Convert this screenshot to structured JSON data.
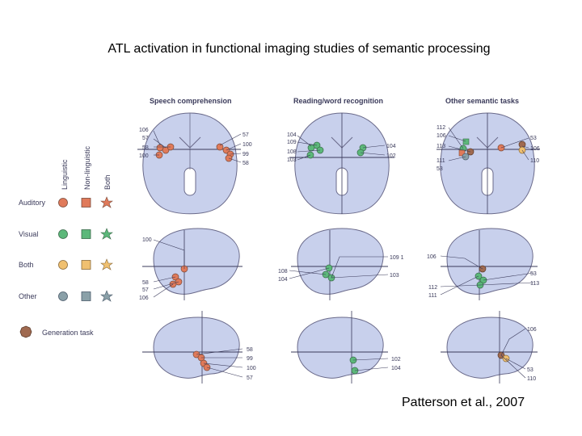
{
  "title": "ATL activation in functional imaging studies of semantic processing",
  "citation": "Patterson et al., 2007",
  "figure": {
    "column_headers": [
      "Speech comprehension",
      "Reading/word recognition",
      "Other semantic tasks"
    ],
    "legend": {
      "columns": [
        "Linguistic",
        "Non-linguistic",
        "Both"
      ],
      "rows": [
        "Auditory",
        "Visual",
        "Both",
        "Other"
      ],
      "generation_task": "Generation task",
      "colors": {
        "auditory": "#e07a5a",
        "visual": "#5cb87a",
        "both": "#f0c070",
        "other": "#8aa0a8",
        "generation": "#a06a50",
        "brain": "#c8d0ec",
        "outline": "#6a6a8a"
      }
    },
    "labels": {
      "p1_left": [
        "106",
        "57",
        "58",
        "100"
      ],
      "p1_right": [
        "57",
        "100",
        "99",
        "58"
      ],
      "p2_left": [
        "104",
        "109",
        "108",
        "103"
      ],
      "p2_right": [
        "104",
        "102"
      ],
      "p3_left": [
        "112",
        "106",
        "113",
        "111",
        "53"
      ],
      "p3_right": [
        "53",
        "106",
        "110"
      ],
      "p4_top": [
        "100"
      ],
      "p4_bottom": [
        "58",
        "57",
        "106"
      ],
      "p5_left": [
        "108",
        "104"
      ],
      "p5_right": [
        "109 1",
        "103"
      ],
      "p6_left_top": [
        "106"
      ],
      "p6_left_bottom": [
        "112",
        "111"
      ],
      "p6_right": [
        "53",
        "113"
      ],
      "p7_right": [
        "58",
        "99",
        "100",
        "57"
      ],
      "p8_right": [
        "102",
        "104"
      ],
      "p9_top": [
        "106"
      ],
      "p9_bottom": [
        "53",
        "110"
      ]
    }
  }
}
